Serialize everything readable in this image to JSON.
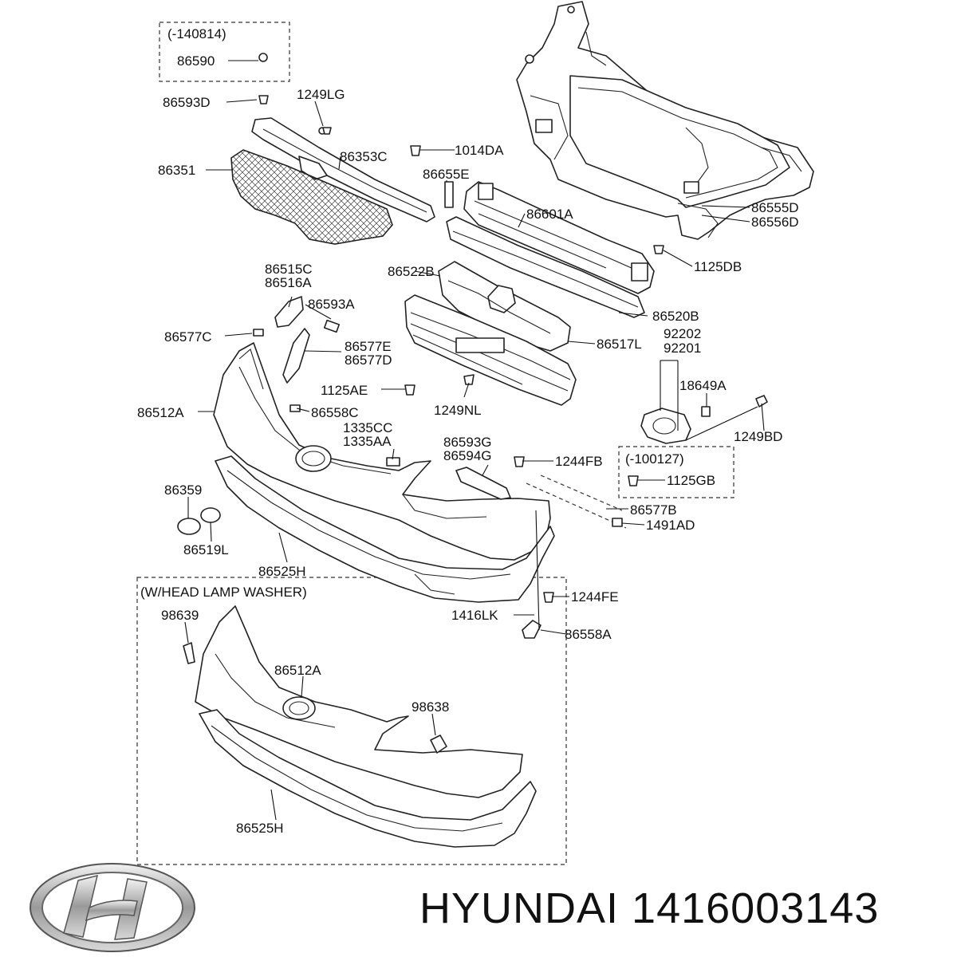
{
  "diagram": {
    "brand_text": "HYUNDAI",
    "part_number": "1416003143",
    "notes": {
      "note_140814": "(-140814)",
      "note_100127": "(-100127)",
      "head_lamp_washer": "(W/HEAD LAMP WASHER)"
    },
    "labels": {
      "l86590": "86590",
      "l86593D": "86593D",
      "l1249LG": "1249LG",
      "l86353C": "86353C",
      "l1014DA": "1014DA",
      "l86351": "86351",
      "l86655E": "86655E",
      "l86601A": "86601A",
      "l86555D": "86555D",
      "l86556D": "86556D",
      "l1125DB": "1125DB",
      "l86515C": "86515C",
      "l86516A": "86516A",
      "l86522B": "86522B",
      "l86593A": "86593A",
      "l86520B": "86520B",
      "l86577C": "86577C",
      "l86577E": "86577E",
      "l86577D": "86577D",
      "l86517L": "86517L",
      "l92202": "92202",
      "l92201": "92201",
      "l1125AE": "1125AE",
      "l18649A": "18649A",
      "l86512A": "86512A",
      "l86558C": "86558C",
      "l1249NL": "1249NL",
      "l1335CC": "1335CC",
      "l1335AA": "1335AA",
      "l1249BD": "1249BD",
      "l86593G": "86593G",
      "l86594G": "86594G",
      "l1244FB": "1244FB",
      "l1125GB": "1125GB",
      "l86359": "86359",
      "l86577B": "86577B",
      "l1491AD": "1491AD",
      "l86519L": "86519L",
      "l86525H": "86525H",
      "l1244FE": "1244FE",
      "l98639": "98639",
      "l1416LK": "1416LK",
      "l86558A": "86558A",
      "l86512A_2": "86512A",
      "l98638": "98638",
      "l86525H_2": "86525H"
    }
  }
}
